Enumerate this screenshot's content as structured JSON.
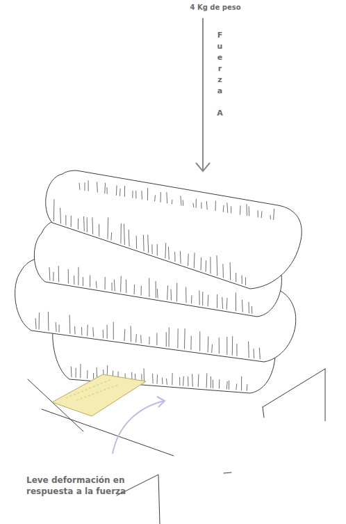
{
  "diagram": {
    "labels": [
      "4 Kg de peso",
      "Fuerza A",
      "Leve deformación en respuesta a la fuerza"
    ]
  }
}
